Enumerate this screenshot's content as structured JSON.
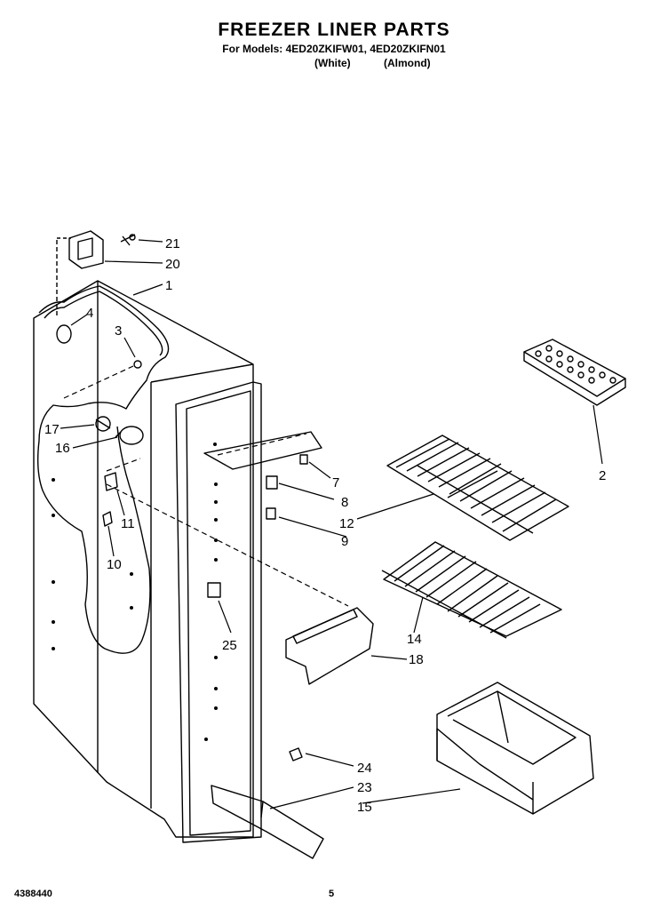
{
  "header": {
    "title": "FREEZER LINER PARTS",
    "models_line": "For Models: 4ED20ZKIFW01, 4ED20ZKIFN01",
    "color_white": "(White)",
    "color_almond": "(Almond)"
  },
  "footer": {
    "doc_number": "4388440",
    "page_number": "5"
  },
  "callouts": [
    "21",
    "20",
    "1",
    "4",
    "3",
    "17",
    "16",
    "11",
    "10",
    "7",
    "8",
    "12",
    "9",
    "2",
    "25",
    "14",
    "18",
    "24",
    "23",
    "15"
  ]
}
